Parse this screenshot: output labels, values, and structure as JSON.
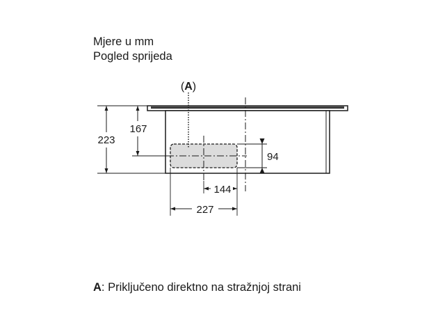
{
  "header": {
    "units": "Mjere u mm",
    "view": "Pogled sprijeda"
  },
  "callout": {
    "open": "(",
    "letter": "A",
    "close": ")"
  },
  "dimensions": {
    "total_height": "223",
    "outlet_height": "167",
    "outlet_size": "94",
    "offset_center": "144",
    "offset_edge": "227"
  },
  "caption": {
    "letter": "A",
    "text": ": Priključeno direktno na stražnjoj strani"
  }
}
